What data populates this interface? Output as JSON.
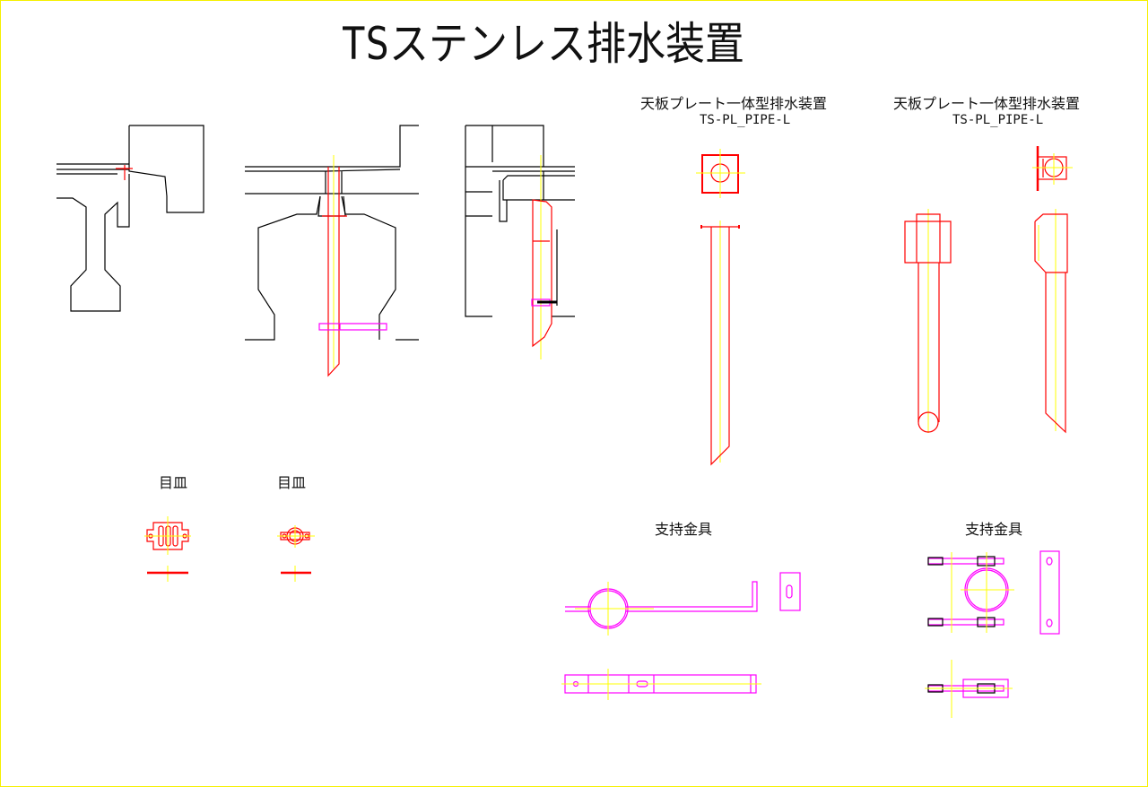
{
  "title": "TSステンレス排水装置",
  "pipe_views": [
    {
      "name": "天板プレート一体型排水装置",
      "code": "TS-PL_PIPE-L"
    },
    {
      "name": "天板プレート一体型排水装置",
      "code": "TS-PL_PIPE-L"
    }
  ],
  "grates": [
    {
      "label": "目皿"
    },
    {
      "label": "目皿"
    }
  ],
  "supports": [
    {
      "label": "支持金具"
    },
    {
      "label": "支持金具"
    }
  ],
  "colors": {
    "outline": "#000000",
    "drain": "#ff0000",
    "centerline": "#ffff00",
    "bracket": "#ff00ff",
    "frame": "#f5f000"
  }
}
